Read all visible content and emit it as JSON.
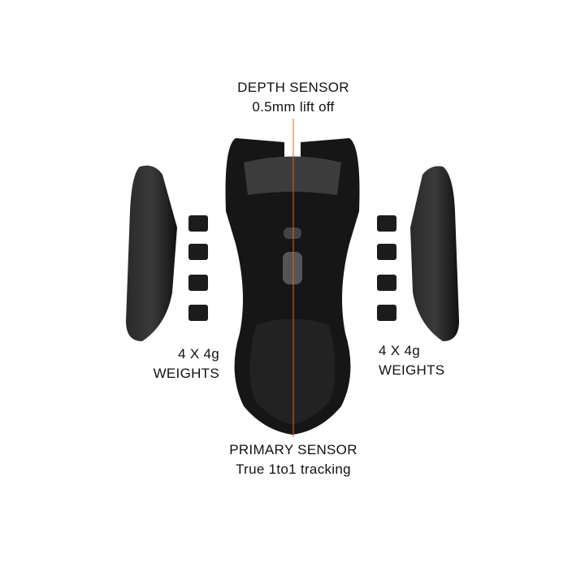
{
  "labels": {
    "depth_title": "DEPTH SENSOR",
    "depth_sub": "0.5mm lift off",
    "left_weights_count": "4 X 4g",
    "left_weights_label": "WEIGHTS",
    "right_weights_count": "4 X 4g",
    "right_weights_label": "WEIGHTS",
    "primary_title": "PRIMARY SENSOR",
    "primary_sub": "True 1to1 tracking"
  },
  "colors": {
    "callout_line": "#e0622a",
    "body": "#1a1a1a"
  }
}
